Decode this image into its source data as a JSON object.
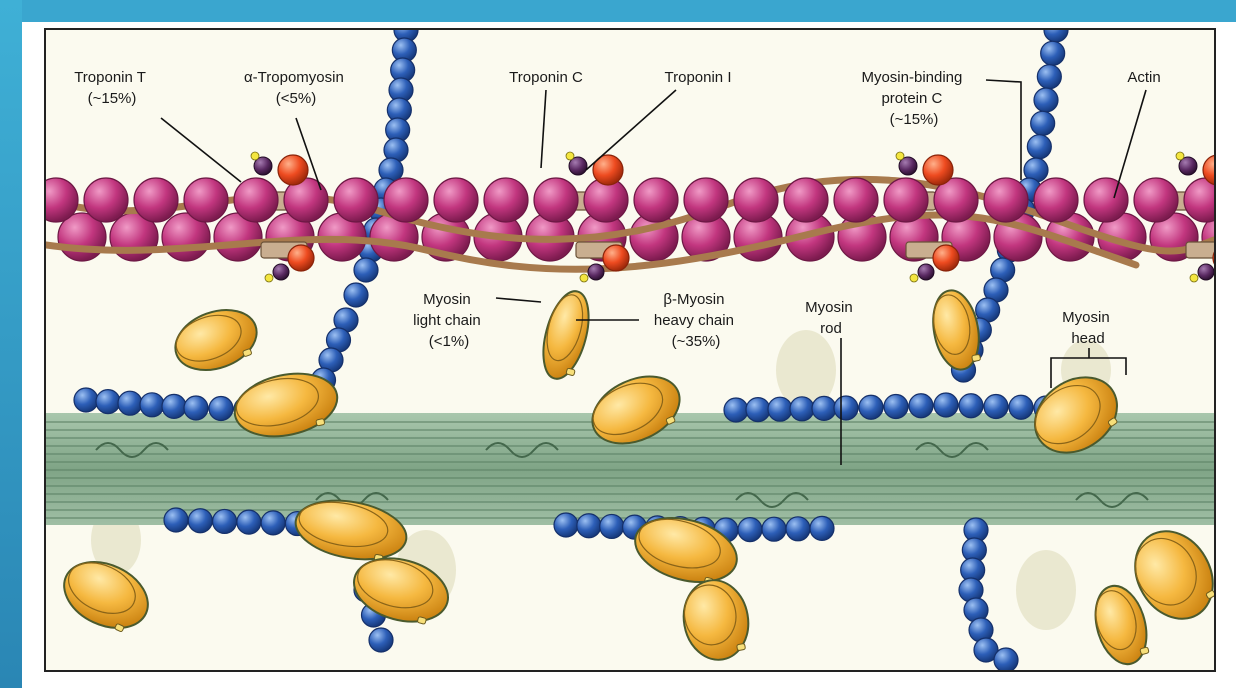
{
  "colors": {
    "slide_accent": "#3aa6cf",
    "actin": "#c2367f",
    "troponin_c": "#5b2a63",
    "troponin_i": "#ee4b20",
    "tropomyosin": "#a87a4d",
    "myosin_binding_protein": "#2d5fb8",
    "myosin_head": "#f0a62a",
    "thick_filament": "#8fb295",
    "background": "#fbfaef"
  },
  "labels": {
    "troponin_t": [
      "Troponin T",
      "(~15%)"
    ],
    "tropomyosin": [
      "α-Tropomyosin",
      "(<5%)"
    ],
    "troponin_c": [
      "Troponin C"
    ],
    "troponin_i": [
      "Troponin I"
    ],
    "mybpc": [
      "Myosin-binding",
      "protein C",
      "(~15%)"
    ],
    "actin": [
      "Actin"
    ],
    "light_chain": [
      "Myosin",
      "light chain",
      "(<1%)"
    ],
    "heavy_chain": [
      "β-Myosin",
      "heavy chain",
      "(~35%)"
    ],
    "myosin_rod": [
      "Myosin",
      "rod"
    ],
    "myosin_head": [
      "Myosin",
      "head"
    ]
  }
}
